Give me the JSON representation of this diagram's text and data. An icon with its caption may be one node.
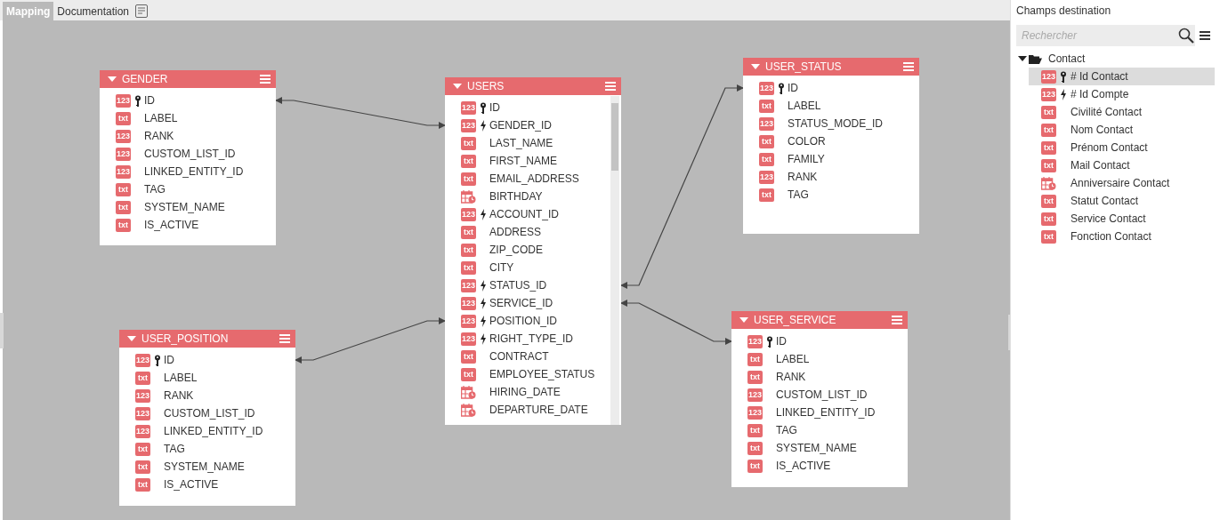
{
  "diagram": {
    "nodes": [
      {
        "text": [
          "GENDER"
        ]
      },
      {
        "text": [
          "123",
          "ID"
        ],
        "in": 0
      },
      {
        "text": [
          "txt",
          "LABEL"
        ],
        "in": 0
      },
      {
        "text": [
          "123",
          "RANK"
        ],
        "in": 0
      },
      {
        "text": [
          "123",
          "CUSTOM_LIST_ID"
        ],
        "in": 0
      },
      {
        "text": [
          "123",
          "LINKED_ENTITY_ID"
        ],
        "in": 0
      },
      {
        "text": [
          "txt",
          "TAG"
        ],
        "in": 0
      },
      {
        "text": [
          "txt",
          "SYSTEM_NAME"
        ],
        "in": 0
      },
      {
        "text": [
          "txt",
          "IS_ACTIVE"
        ],
        "in": 0
      },
      {
        "text": [
          "USERS"
        ]
      },
      {
        "text": [
          "123",
          "ID"
        ],
        "in": 9
      },
      {
        "text": [
          "123",
          "GENDER_ID"
        ],
        "in": 9
      },
      {
        "text": [
          "txt",
          "LAST_NAME"
        ],
        "in": 9
      },
      {
        "text": [
          "txt",
          "FIRST_NAME"
        ],
        "in": 9
      },
      {
        "text": [
          "txt",
          "EMAIL_ADDRESS"
        ],
        "in": 9
      },
      {
        "text": [
          "BIRTHDAY"
        ],
        "in": 9
      },
      {
        "text": [
          "123",
          "ACCOUNT_ID"
        ],
        "in": 9
      },
      {
        "text": [
          "txt",
          "ADDRESS"
        ],
        "in": 9
      },
      {
        "text": [
          "txt",
          "ZIP_CODE"
        ],
        "in": 9
      },
      {
        "text": [
          "txt",
          "CITY"
        ],
        "in": 9
      },
      {
        "text": [
          "123",
          "STATUS_ID"
        ],
        "in": 9
      },
      {
        "text": [
          "123",
          "SERVICE_ID"
        ],
        "in": 9
      },
      {
        "text": [
          "123",
          "POSITION_ID"
        ],
        "in": 9
      },
      {
        "text": [
          "123",
          "RIGHT_TYPE_ID"
        ],
        "in": 9
      },
      {
        "text": [
          "txt",
          "CONTRACT"
        ],
        "in": 9
      },
      {
        "text": [
          "txt",
          "EMPLOYEE_STATUS"
        ],
        "in": 9
      },
      {
        "text": [
          "HIRING_DATE"
        ],
        "in": 9
      },
      {
        "text": [
          "DEPARTURE_DATE"
        ],
        "in": 9
      },
      {
        "text": [
          "USER_STATUS"
        ]
      },
      {
        "text": [
          "123",
          "ID"
        ],
        "in": 28
      },
      {
        "text": [
          "txt",
          "LABEL"
        ],
        "in": 28
      },
      {
        "text": [
          "123",
          "STATUS_MODE_ID"
        ],
        "in": 28
      },
      {
        "text": [
          "txt",
          "COLOR"
        ],
        "in": 28
      },
      {
        "text": [
          "txt",
          "FAMILY"
        ],
        "in": 28
      },
      {
        "text": [
          "123",
          "RANK"
        ],
        "in": 28
      },
      {
        "text": [
          "txt",
          "TAG"
        ],
        "in": 28
      },
      {
        "text": [
          "USER_POSITION"
        ]
      },
      {
        "text": [
          "123",
          "ID"
        ],
        "in": 36
      },
      {
        "text": [
          "txt",
          "LABEL"
        ],
        "in": 36
      },
      {
        "text": [
          "123",
          "RANK"
        ],
        "in": 36
      },
      {
        "text": [
          "123",
          "CUSTOM_LIST_ID"
        ],
        "in": 36
      },
      {
        "text": [
          "123",
          "LINKED_ENTITY_ID"
        ],
        "in": 36
      },
      {
        "text": [
          "txt",
          "TAG"
        ],
        "in": 36
      },
      {
        "text": [
          "txt",
          "SYSTEM_NAME"
        ],
        "in": 36
      },
      {
        "text": [
          "txt",
          "IS_ACTIVE"
        ],
        "in": 36
      },
      {
        "text": [
          "USER_SERVICE"
        ]
      },
      {
        "text": [
          "123",
          "ID"
        ],
        "in": 45
      },
      {
        "text": [
          "txt",
          "LABEL"
        ],
        "in": 45
      },
      {
        "text": [
          "txt",
          "RANK"
        ],
        "in": 45
      },
      {
        "text": [
          "123",
          "CUSTOM_LIST_ID"
        ],
        "in": 45
      },
      {
        "text": [
          "123",
          "LINKED_ENTITY_ID"
        ],
        "in": 45
      },
      {
        "text": [
          "txt",
          "TAG"
        ],
        "in": 45
      },
      {
        "text": [
          "txt",
          "SYSTEM_NAME"
        ],
        "in": 45
      },
      {
        "text": [
          "txt",
          "IS_ACTIVE"
        ],
        "in": 45
      },
      {
        "text": [
          "123",
          "# Id Contact"
        ]
      },
      {
        "text": [
          "123",
          "# Id Compte"
        ]
      },
      {
        "text": [
          "txt",
          "Civilité Contact"
        ]
      },
      {
        "text": [
          "txt",
          "Nom Contact"
        ]
      },
      {
        "text": [
          "txt",
          "Prénom Contact"
        ]
      },
      {
        "text": [
          "txt",
          "Mail Contact"
        ]
      },
      {
        "text": [
          "Anniversaire Contact"
        ]
      },
      {
        "text": [
          "txt",
          "Statut Contact"
        ]
      },
      {
        "text": [
          "txt",
          "Service Contact"
        ]
      },
      {
        "text": [
          "txt",
          "Fonction Contact"
        ]
      }
    ],
    "edges": [
      {
        "from": 0,
        "to": 9,
        "arrow": "both"
      },
      {
        "from": 9,
        "to": 28,
        "arrow": "both"
      },
      {
        "from": 9,
        "to": 36,
        "arrow": "both"
      },
      {
        "from": 9,
        "to": 45,
        "arrow": "both"
      }
    ],
    "labels": [
      "Mapping",
      "Documentation",
      "Champs destination",
      "Rechercher",
      "Contact"
    ]
  }
}
